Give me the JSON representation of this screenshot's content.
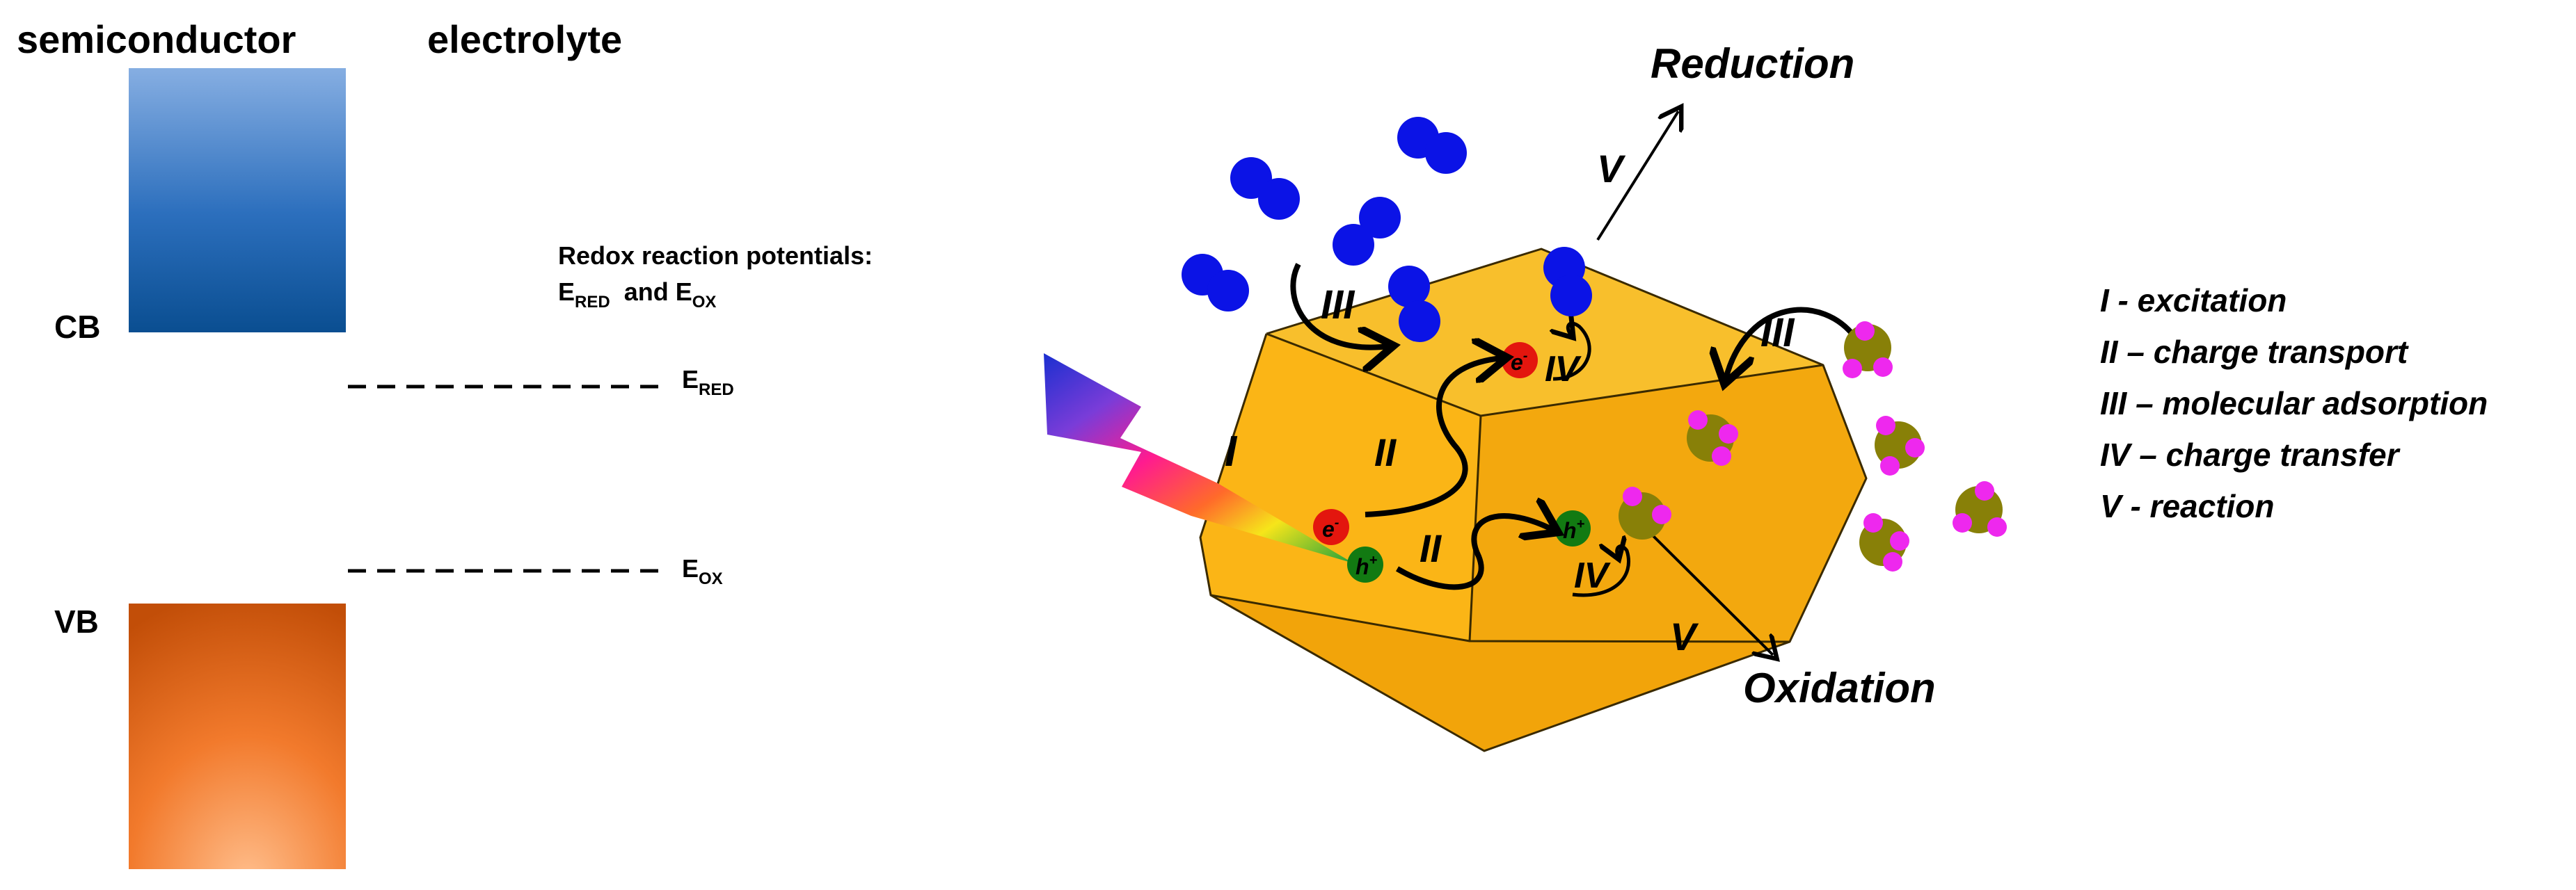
{
  "band_diagram": {
    "semiconductor_label": "semiconductor",
    "electrolyte_label": "electrolyte",
    "cb_label": "CB",
    "vb_label": "VB",
    "redox_title": "Redox reaction potentials:",
    "redox_line2": {
      "e1": "E",
      "sub1": "RED",
      "and": "  and E",
      "sub2": "OX"
    },
    "e_red": {
      "main": "E",
      "sub": "RED"
    },
    "e_ox": {
      "main": "E",
      "sub": "OX"
    }
  },
  "particle_diagram": {
    "reduction_label": "Reduction",
    "oxidation_label": "Oxidation",
    "step_labels": {
      "I": "I",
      "II": "II",
      "III": "III",
      "IV": "IV",
      "V": "V"
    },
    "electron": {
      "main": "e",
      "sup": "-"
    },
    "hole": {
      "main": "h",
      "sup": "+"
    }
  },
  "legend": {
    "items": [
      "I - excitation",
      "II – charge transport",
      "III – molecular adsorption",
      "IV – charge transfer",
      "V - reaction"
    ]
  },
  "colors": {
    "cb_top": "#86aee2",
    "cb_bottom": "#0a4e91",
    "vb_light": "#ffb07a",
    "vb_dark": "#c5500c",
    "crystal": "#f8b520",
    "electron": "#e3160e",
    "hole": "#127a12",
    "blue_molecule": "#0b13e6",
    "olive_molecule": "#888008",
    "pink_atom": "#ee28ee"
  }
}
